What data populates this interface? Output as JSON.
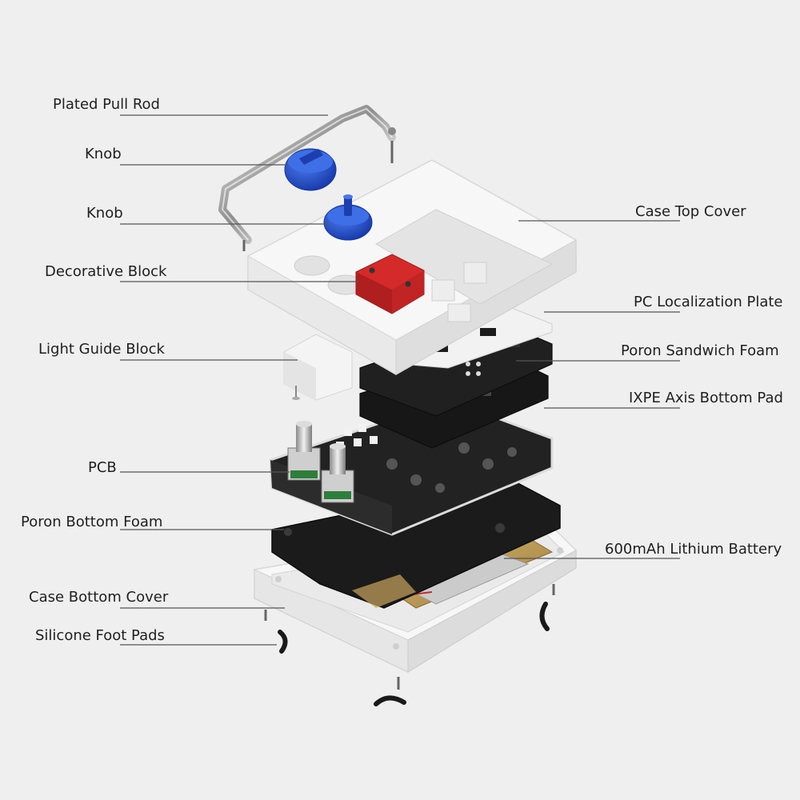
{
  "labels": {
    "plated_pull_rod": "Plated Pull Rod",
    "knob_upper": "Knob",
    "knob_lower": "Knob",
    "decorative_block": "Decorative Block",
    "light_guide_block": "Light Guide Block",
    "pcb": "PCB",
    "poron_bottom_foam": "Poron Bottom Foam",
    "case_bottom_cover": "Case Bottom Cover",
    "silicone_foot_pads": "Silicone Foot Pads",
    "case_top_cover": "Case Top Cover",
    "pc_localization_plate": "PC Localization Plate",
    "poron_sandwich_foam": "Poron Sandwich Foam",
    "ixpe_axis_bottom_pad": "IXPE Axis Bottom Pad",
    "lithium_battery": "600mAh Lithium Battery"
  },
  "colors": {
    "background": "#efefef",
    "knob_blue": "#1f4fd1",
    "decorative_red": "#d42a2a",
    "case_white": "#f7f7f7",
    "foam_black": "#1b1b1b",
    "pcb_black": "#222222",
    "battery_gold": "#c9a45c",
    "leader_line": "#555555"
  }
}
